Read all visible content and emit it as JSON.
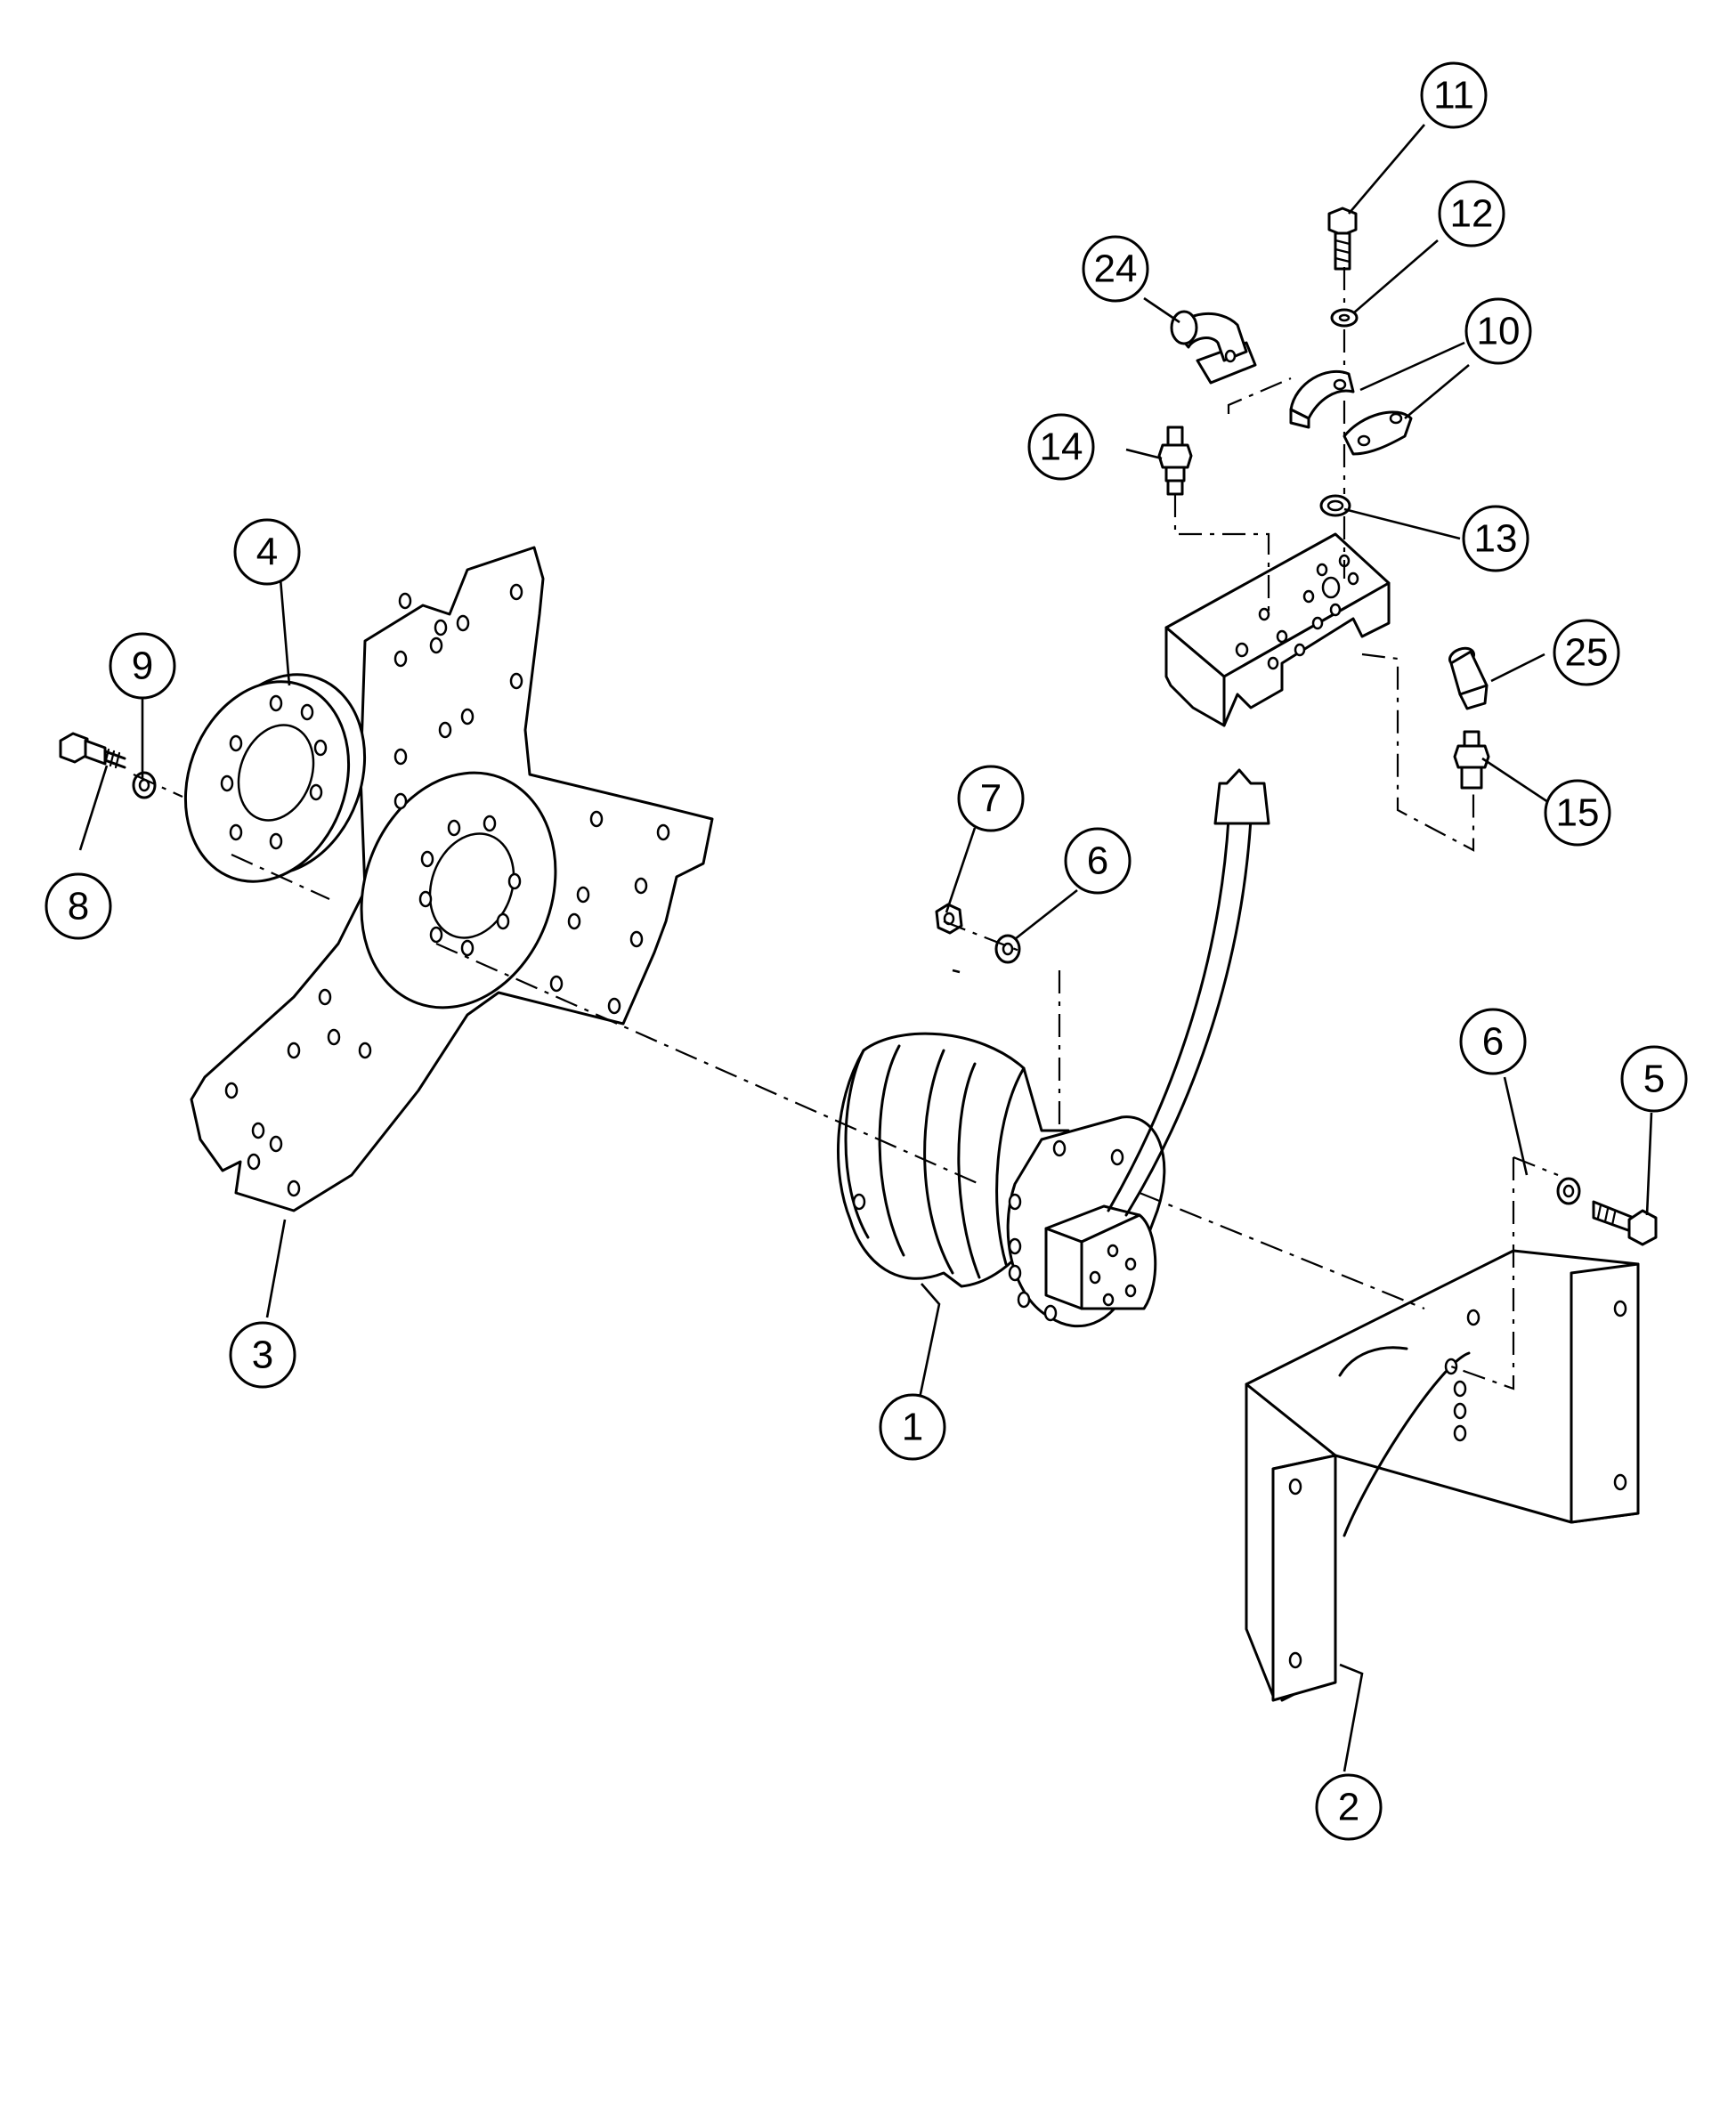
{
  "callouts": [
    {
      "id": "1",
      "label": "1"
    },
    {
      "id": "2",
      "label": "2"
    },
    {
      "id": "3",
      "label": "3"
    },
    {
      "id": "4",
      "label": "4"
    },
    {
      "id": "5",
      "label": "5"
    },
    {
      "id": "6a",
      "label": "6"
    },
    {
      "id": "6b",
      "label": "6"
    },
    {
      "id": "7",
      "label": "7"
    },
    {
      "id": "8",
      "label": "8"
    },
    {
      "id": "9",
      "label": "9"
    },
    {
      "id": "10",
      "label": "10"
    },
    {
      "id": "11",
      "label": "11"
    },
    {
      "id": "12",
      "label": "12"
    },
    {
      "id": "13",
      "label": "13"
    },
    {
      "id": "14",
      "label": "14"
    },
    {
      "id": "15",
      "label": "15"
    },
    {
      "id": "24",
      "label": "24"
    },
    {
      "id": "25",
      "label": "25"
    }
  ]
}
